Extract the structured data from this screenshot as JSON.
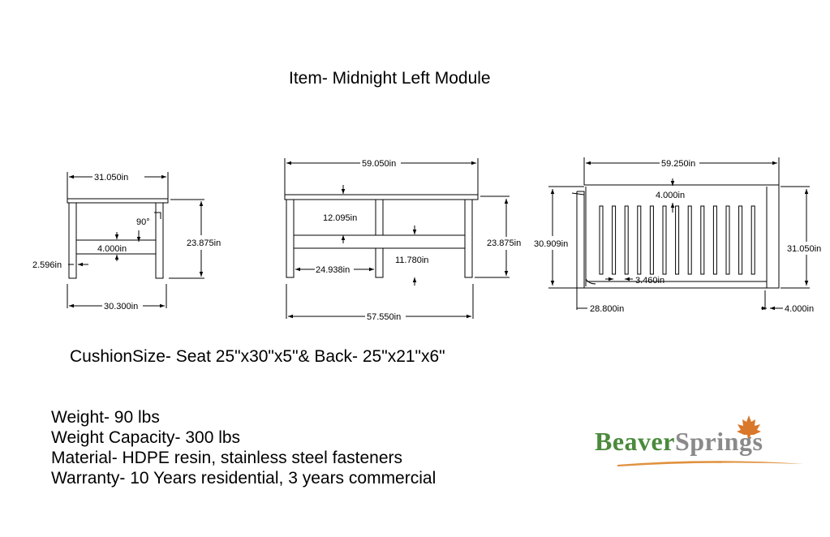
{
  "title": "Item- Midnight Left Module",
  "cushion": "CushionSize- Seat 25\"x30\"x5\"& Back- 25\"x21\"x6\"",
  "specs": [
    "Weight-  90 lbs",
    "Weight Capacity- 300 lbs",
    "Material- HDPE resin, stainless steel fasteners",
    "Warranty- 10 Years residential, 3 years commercial"
  ],
  "side_view": {
    "top_width": "31.050in",
    "angle": "90°",
    "height": "23.875in",
    "stretcher": "4.000in",
    "leg_offset": "2.596in",
    "bottom_width": "30.300in"
  },
  "front_view": {
    "top_width": "59.050in",
    "apron": "12.095in",
    "height": "23.875in",
    "leg_span": "24.938in",
    "stretcher_height": "11.780in",
    "bottom_width": "57.550in"
  },
  "top_view": {
    "width": "59.250in",
    "back_rail": "4.000in",
    "depth": "30.909in",
    "side_depth": "31.050in",
    "slat_gap": "3.460in",
    "inner_depth": "28.800in",
    "arm_width": "4.000in"
  },
  "logo": {
    "part1": "Beaver",
    "part2": "Springs",
    "color1": "#4a8a3c",
    "color2": "#8a8a8a",
    "leaf_color": "#d9772a",
    "swoosh_color": "#e0913f"
  }
}
